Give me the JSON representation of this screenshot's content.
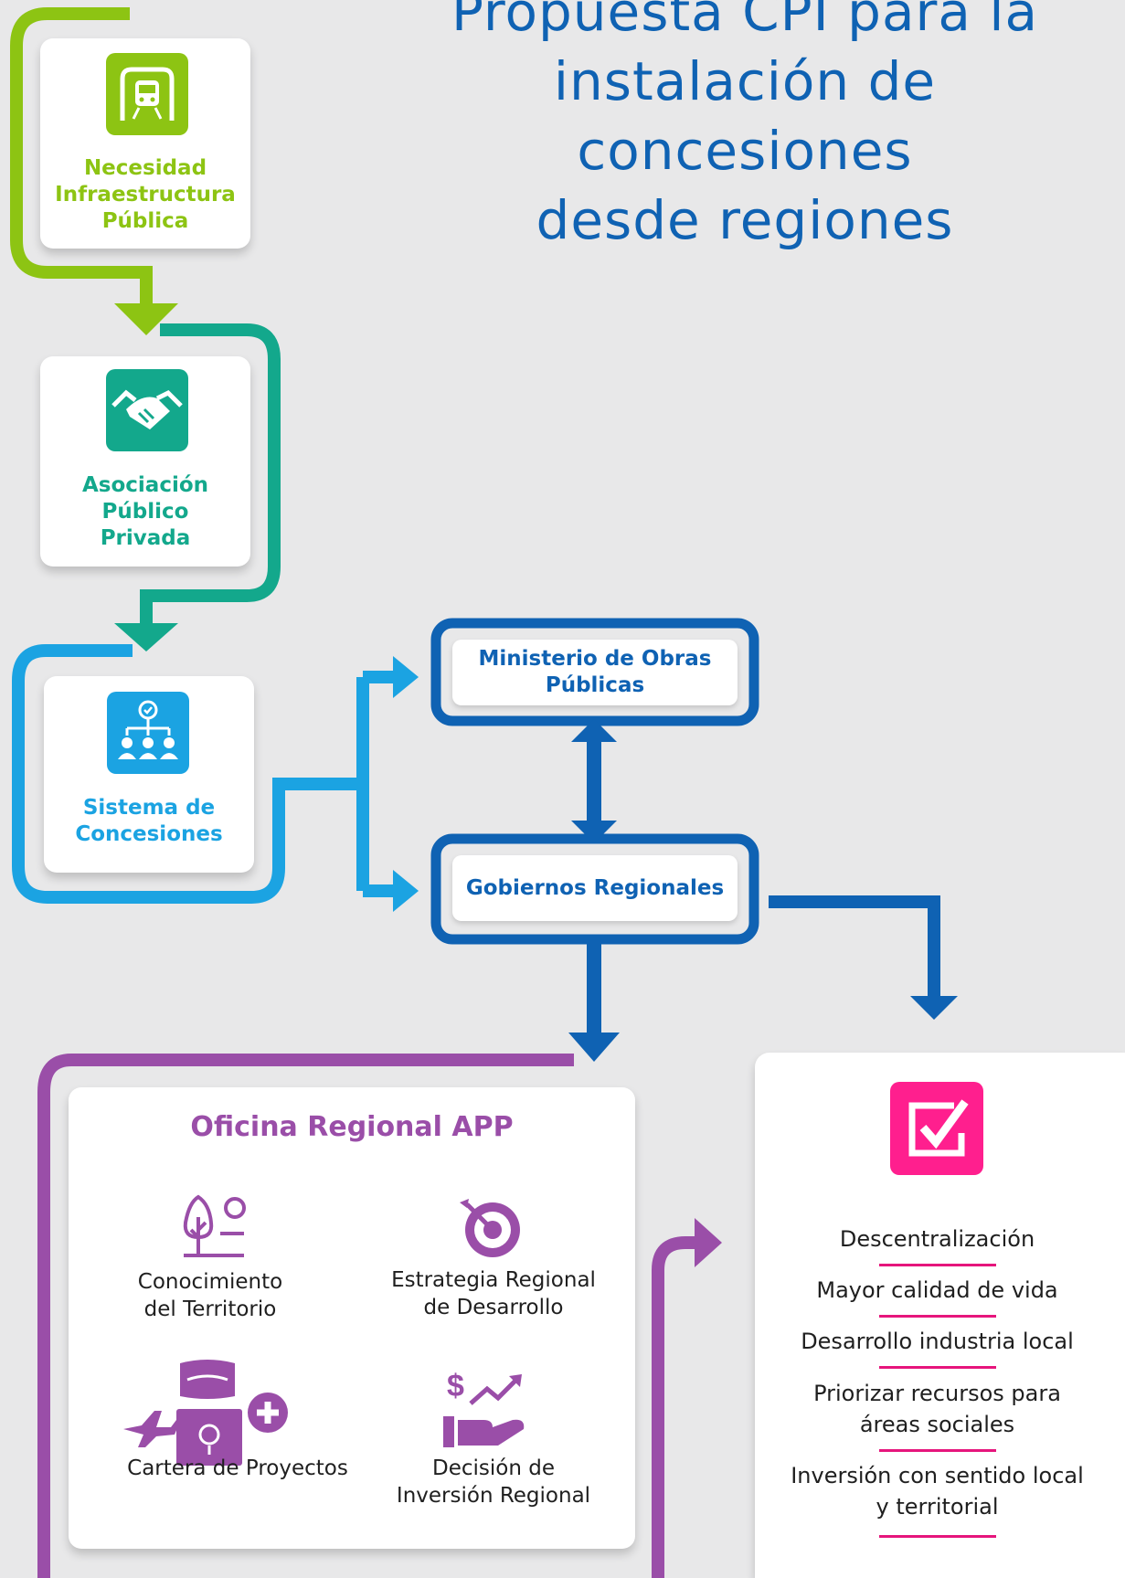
{
  "title": {
    "line1": "Propuesta CPI para la",
    "line2": "instalación de concesiones",
    "line3": "desde regiones"
  },
  "steps": [
    {
      "label_lines": [
        "Necesidad",
        "Infraestructura",
        "Pública"
      ],
      "icon": "train-icon",
      "color": "#8dc413"
    },
    {
      "label_lines": [
        "Asociación",
        "Público",
        "Privada"
      ],
      "icon": "handshake-icon",
      "color": "#13a88c"
    },
    {
      "label_lines": [
        "Sistema de",
        "Concesiones"
      ],
      "icon": "org-chart-icon",
      "color": "#1ba3e2"
    }
  ],
  "institutions": {
    "ministerio": [
      "Ministerio de Obras",
      "Públicas"
    ],
    "gobiernos": "Gobiernos Regionales",
    "color": "#0f62b3"
  },
  "oficina": {
    "title": "Oficina Regional APP",
    "color": "#9a4ea8",
    "items": [
      {
        "lines": [
          "Conocimiento",
          "del Territorio"
        ],
        "icon": "tree-icon"
      },
      {
        "lines": [
          "Estrategia Regional",
          "de Desarrollo"
        ],
        "icon": "target-icon"
      },
      {
        "lines": [
          "Cartera de Proyectos"
        ],
        "icon": "projects-icon"
      },
      {
        "lines": [
          "Decisión de",
          "Inversión Regional"
        ],
        "icon": "investment-icon"
      }
    ]
  },
  "benefits": {
    "icon": "checkbox-icon",
    "color": "#ff1f8e",
    "items": [
      [
        "Descentralización"
      ],
      [
        "Mayor calidad de vida"
      ],
      [
        "Desarrollo industria local"
      ],
      [
        "Priorizar recursos para",
        "áreas sociales"
      ],
      [
        "Inversión con sentido local",
        "y territorial"
      ]
    ]
  }
}
